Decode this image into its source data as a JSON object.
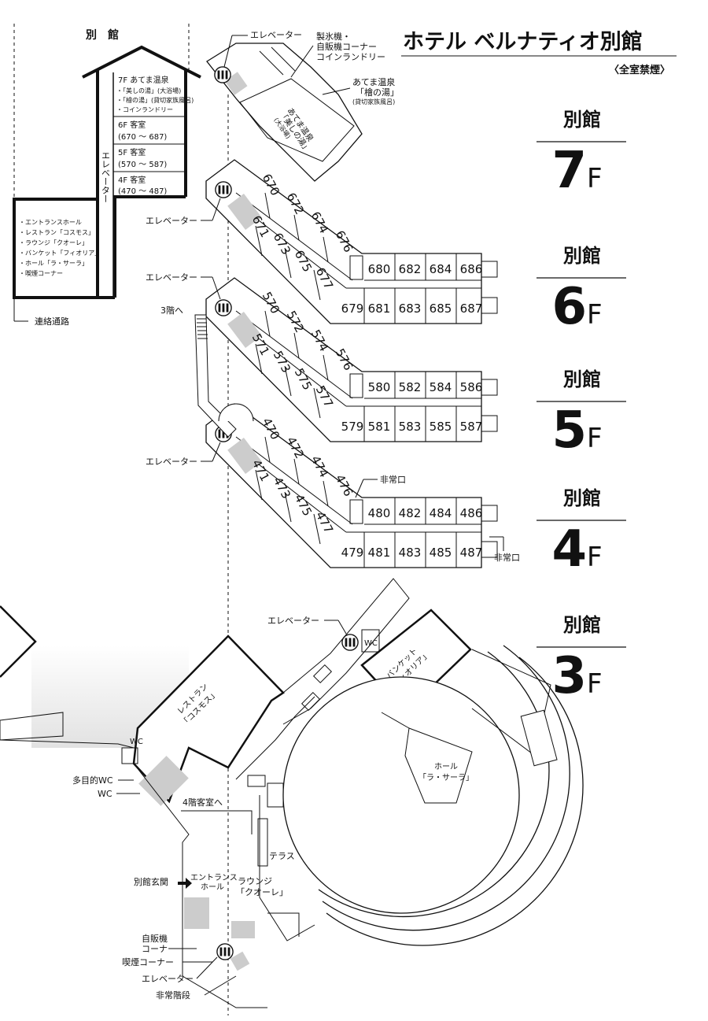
{
  "header": {
    "title": "ホテル ベルナティオ別館",
    "subtitle": "〈全室禁煙〉"
  },
  "section_view": {
    "title": "別　館",
    "elevator": "エレベーター",
    "floor7": [
      "7F あてま温泉",
      "・「美しの湯」(大浴場)",
      "・「檜の湯」(貸切家族風呂)",
      "・コインランドリー"
    ],
    "floor6": [
      "6F 客室",
      "(670 ～ 687)"
    ],
    "floor5": [
      "5F 客室",
      "(570 ～ 587)"
    ],
    "floor4": [
      "4F 客室",
      "(470 ～ 487)"
    ],
    "lobby": [
      "・エントランスホール",
      "・レストラン「コスモス」",
      "・ラウンジ「クオーレ」",
      "・バンケット「フィオリア」",
      "・ホール「ラ・サーラ」",
      "・喫煙コーナー"
    ],
    "passage": "連絡通路"
  },
  "floor_labels": [
    {
      "name": "別館",
      "floor": "7",
      "suffix": "F"
    },
    {
      "name": "別館",
      "floor": "6",
      "suffix": "F"
    },
    {
      "name": "別館",
      "floor": "5",
      "suffix": "F"
    },
    {
      "name": "別館",
      "floor": "4",
      "suffix": "F"
    },
    {
      "name": "別館",
      "floor": "3",
      "suffix": "F"
    }
  ],
  "floor7": {
    "elevator": "エレベーター",
    "ice": [
      "製氷機・",
      "自販機コーナー",
      "コインランドリー"
    ],
    "hinoki": [
      "あてま温泉",
      "「檜の湯」",
      "(貸切家族風呂)"
    ],
    "utsukushi": [
      "あてま温泉",
      "「美しの湯」",
      "(大浴場)"
    ]
  },
  "floor6": {
    "elevator": "エレベーター",
    "diag_top": [
      "670",
      "672",
      "674",
      "676"
    ],
    "diag_bottom": [
      "671",
      "673",
      "675",
      "677"
    ],
    "row_top": [
      "680",
      "682",
      "684",
      "686"
    ],
    "row_bottom": [
      "679",
      "681",
      "683",
      "685",
      "687"
    ]
  },
  "floor5": {
    "elevator": "エレベーター",
    "to3f": "3階へ",
    "diag_top": [
      "570",
      "572",
      "574",
      "576"
    ],
    "diag_bottom": [
      "571",
      "573",
      "575",
      "577"
    ],
    "row_top": [
      "580",
      "582",
      "584",
      "586"
    ],
    "row_bottom": [
      "579",
      "581",
      "583",
      "585",
      "587"
    ]
  },
  "floor4": {
    "elevator": "エレベーター",
    "emergency_exit": "非常口",
    "diag_top": [
      "470",
      "472",
      "474",
      "476"
    ],
    "diag_bottom": [
      "471",
      "473",
      "475",
      "477"
    ],
    "row_top": [
      "480",
      "482",
      "484",
      "486"
    ],
    "row_bottom": [
      "479",
      "481",
      "483",
      "485",
      "487"
    ]
  },
  "floor3": {
    "elevator": "エレベーター",
    "banquet": [
      "バンケット",
      "「フィオリア」"
    ],
    "restaurant": [
      "レストラン",
      "「コスモス」"
    ],
    "hall": [
      "ホール",
      "「ラ・サーラ」"
    ],
    "wc": "WC",
    "multi_wc": "多目的WC",
    "to4f": "4階客室へ",
    "terrace": "テラス",
    "entrance_label": "別館玄関",
    "entrance_hall": [
      "エントランス",
      "ホール"
    ],
    "lounge": [
      "ラウンジ",
      "「クオーレ」"
    ],
    "vending": [
      "自販機",
      "コーナー"
    ],
    "smoking": "喫煙コーナー",
    "elevator_bottom": "エレベーター",
    "stairs": "非常階段"
  }
}
